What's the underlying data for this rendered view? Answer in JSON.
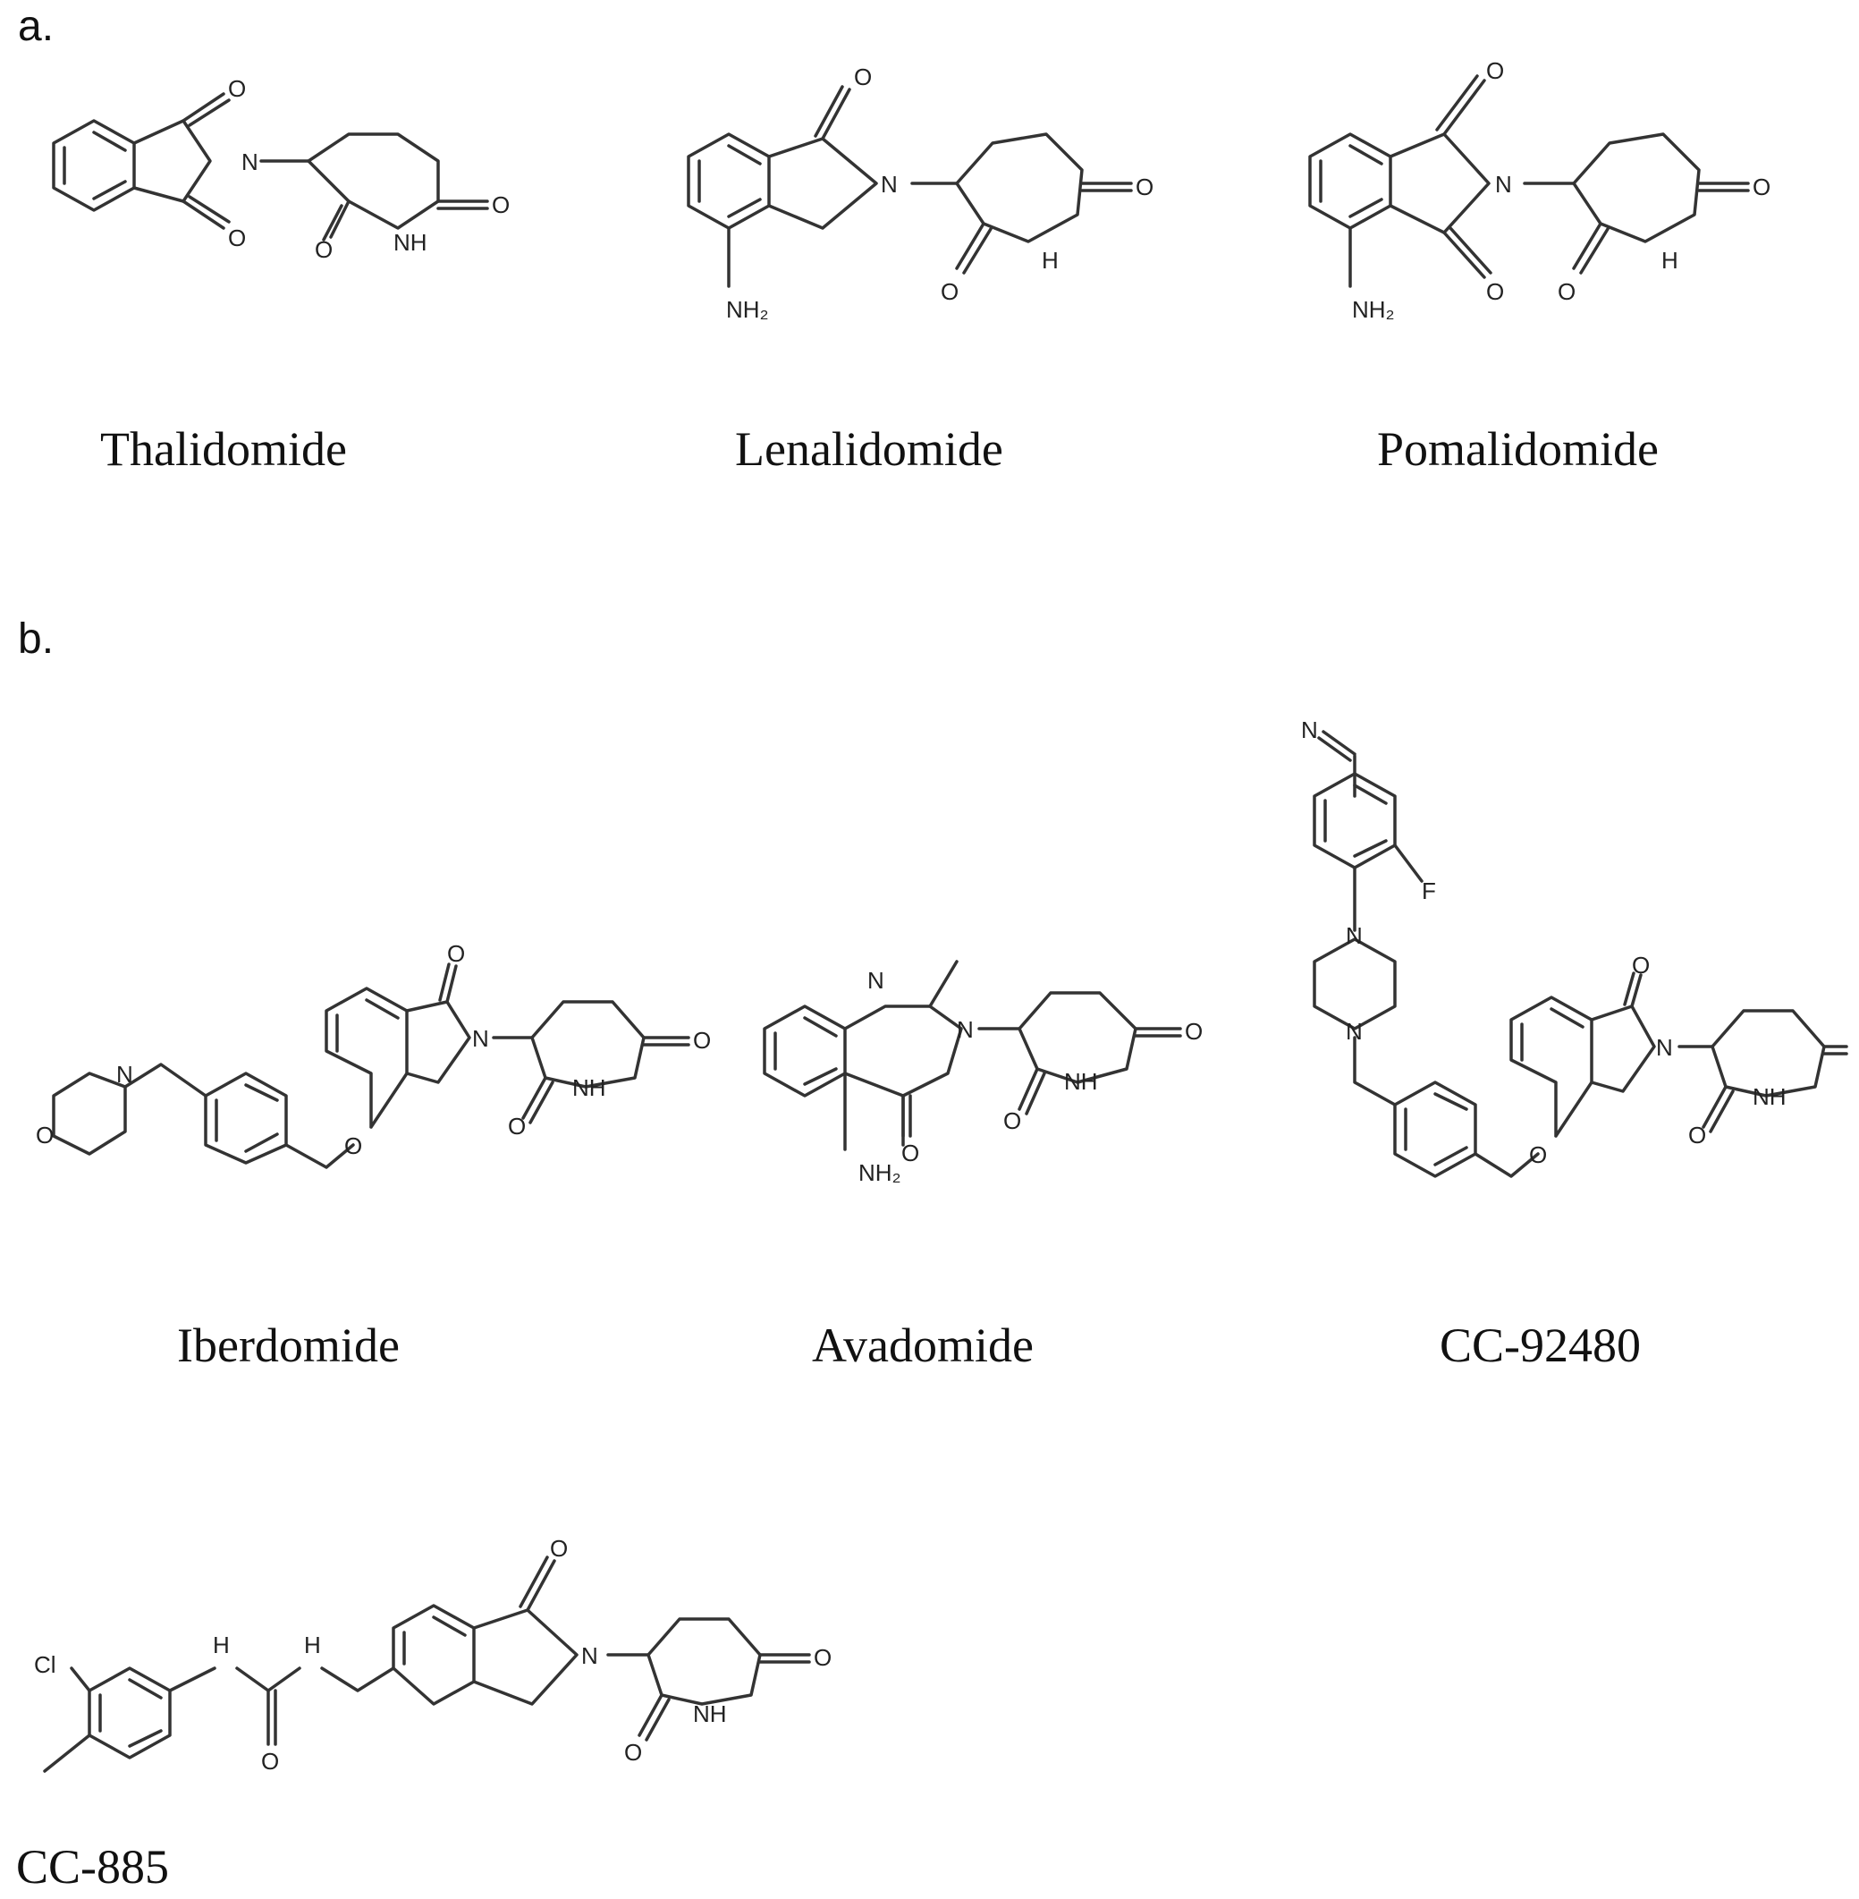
{
  "panels": {
    "a": "a.",
    "b": "b."
  },
  "compounds": {
    "thalidomide": "Thalidomide",
    "lenalidomide": "Lenalidomide",
    "pomalidomide": "Pomalidomide",
    "iberdomide": "Iberdomide",
    "avadomide": "Avadomide",
    "cc92480": "CC-92480",
    "cc885": "CC-885"
  },
  "atoms": {
    "O": "O",
    "N": "N",
    "NH": "NH",
    "H": "H",
    "NH2": "NH₂",
    "F": "F",
    "Cl": "Cl"
  }
}
